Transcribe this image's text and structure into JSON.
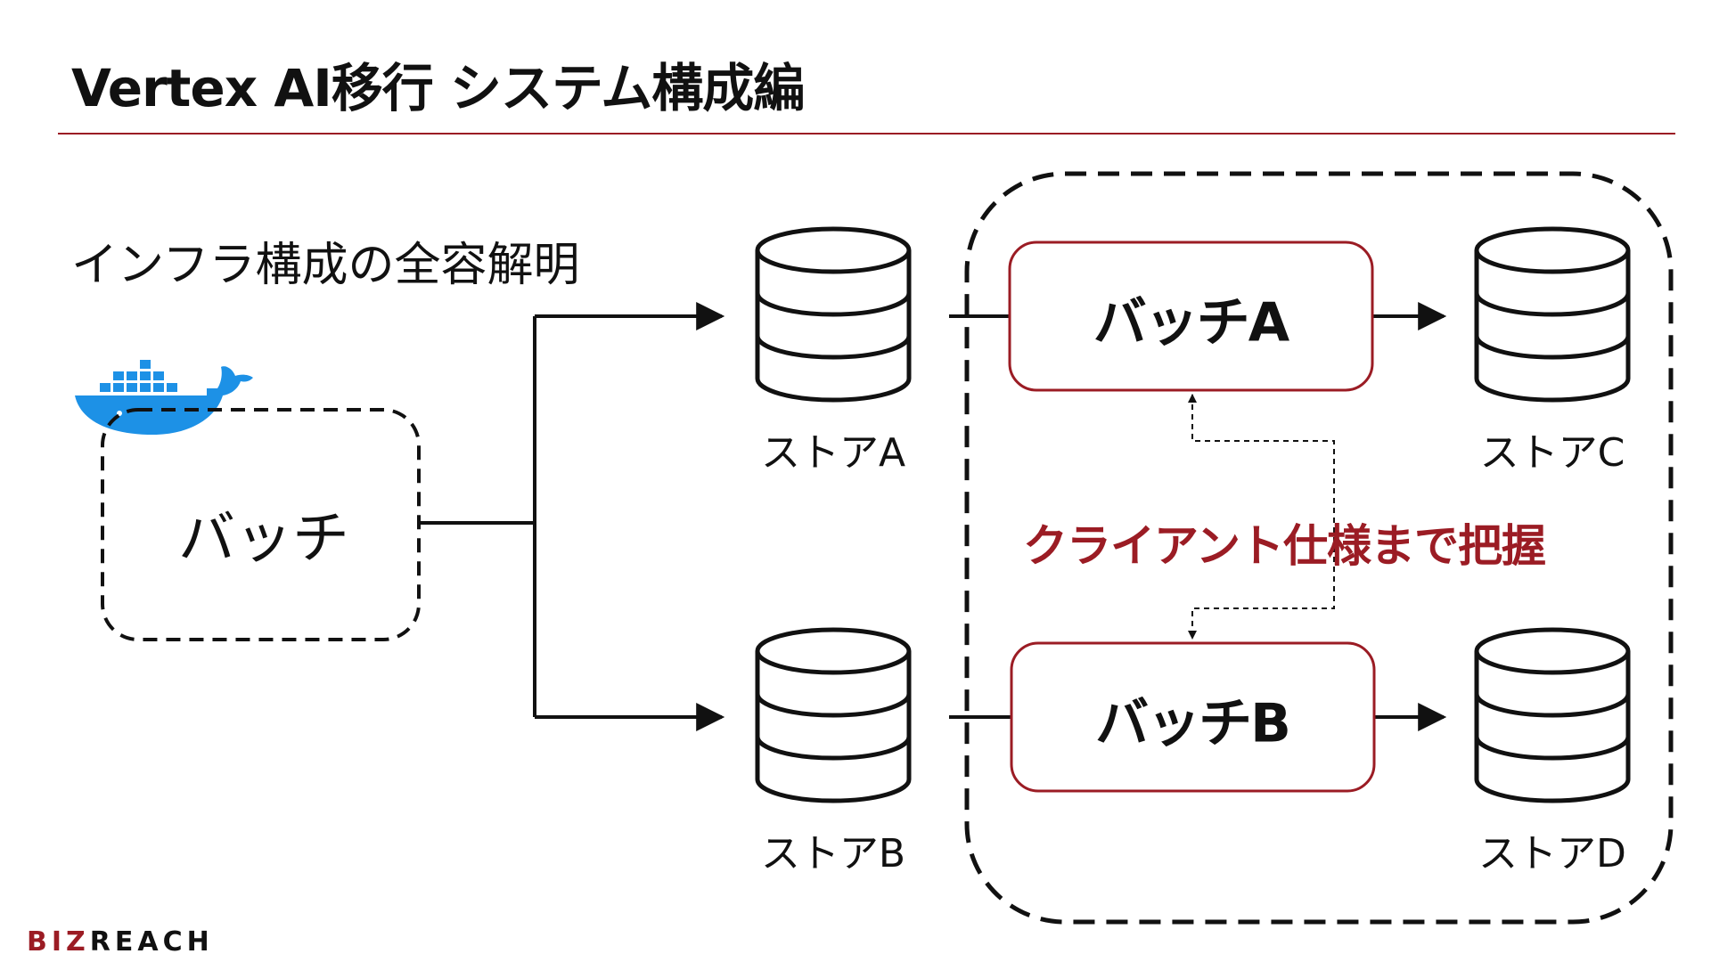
{
  "slide": {
    "title": "Vertex AI移行 システム構成編",
    "subtitle": "インフラ構成の全容解明",
    "spec_note": "クライアント仕様まで把握",
    "brand": {
      "red_part": "BIZ",
      "dark_part": "REACH"
    },
    "colors": {
      "accent": "#9b1c24",
      "docker": "#1d91e6",
      "line": "#111111"
    }
  },
  "diagram": {
    "batch": "バッチ",
    "stores": {
      "a": "ストアA",
      "b": "ストアB",
      "c": "ストアC",
      "d": "ストアD"
    },
    "batch_boxes": {
      "a": "バッチA",
      "b": "バッチB"
    },
    "icons": [
      "docker-whale-icon",
      "database-icon"
    ]
  }
}
